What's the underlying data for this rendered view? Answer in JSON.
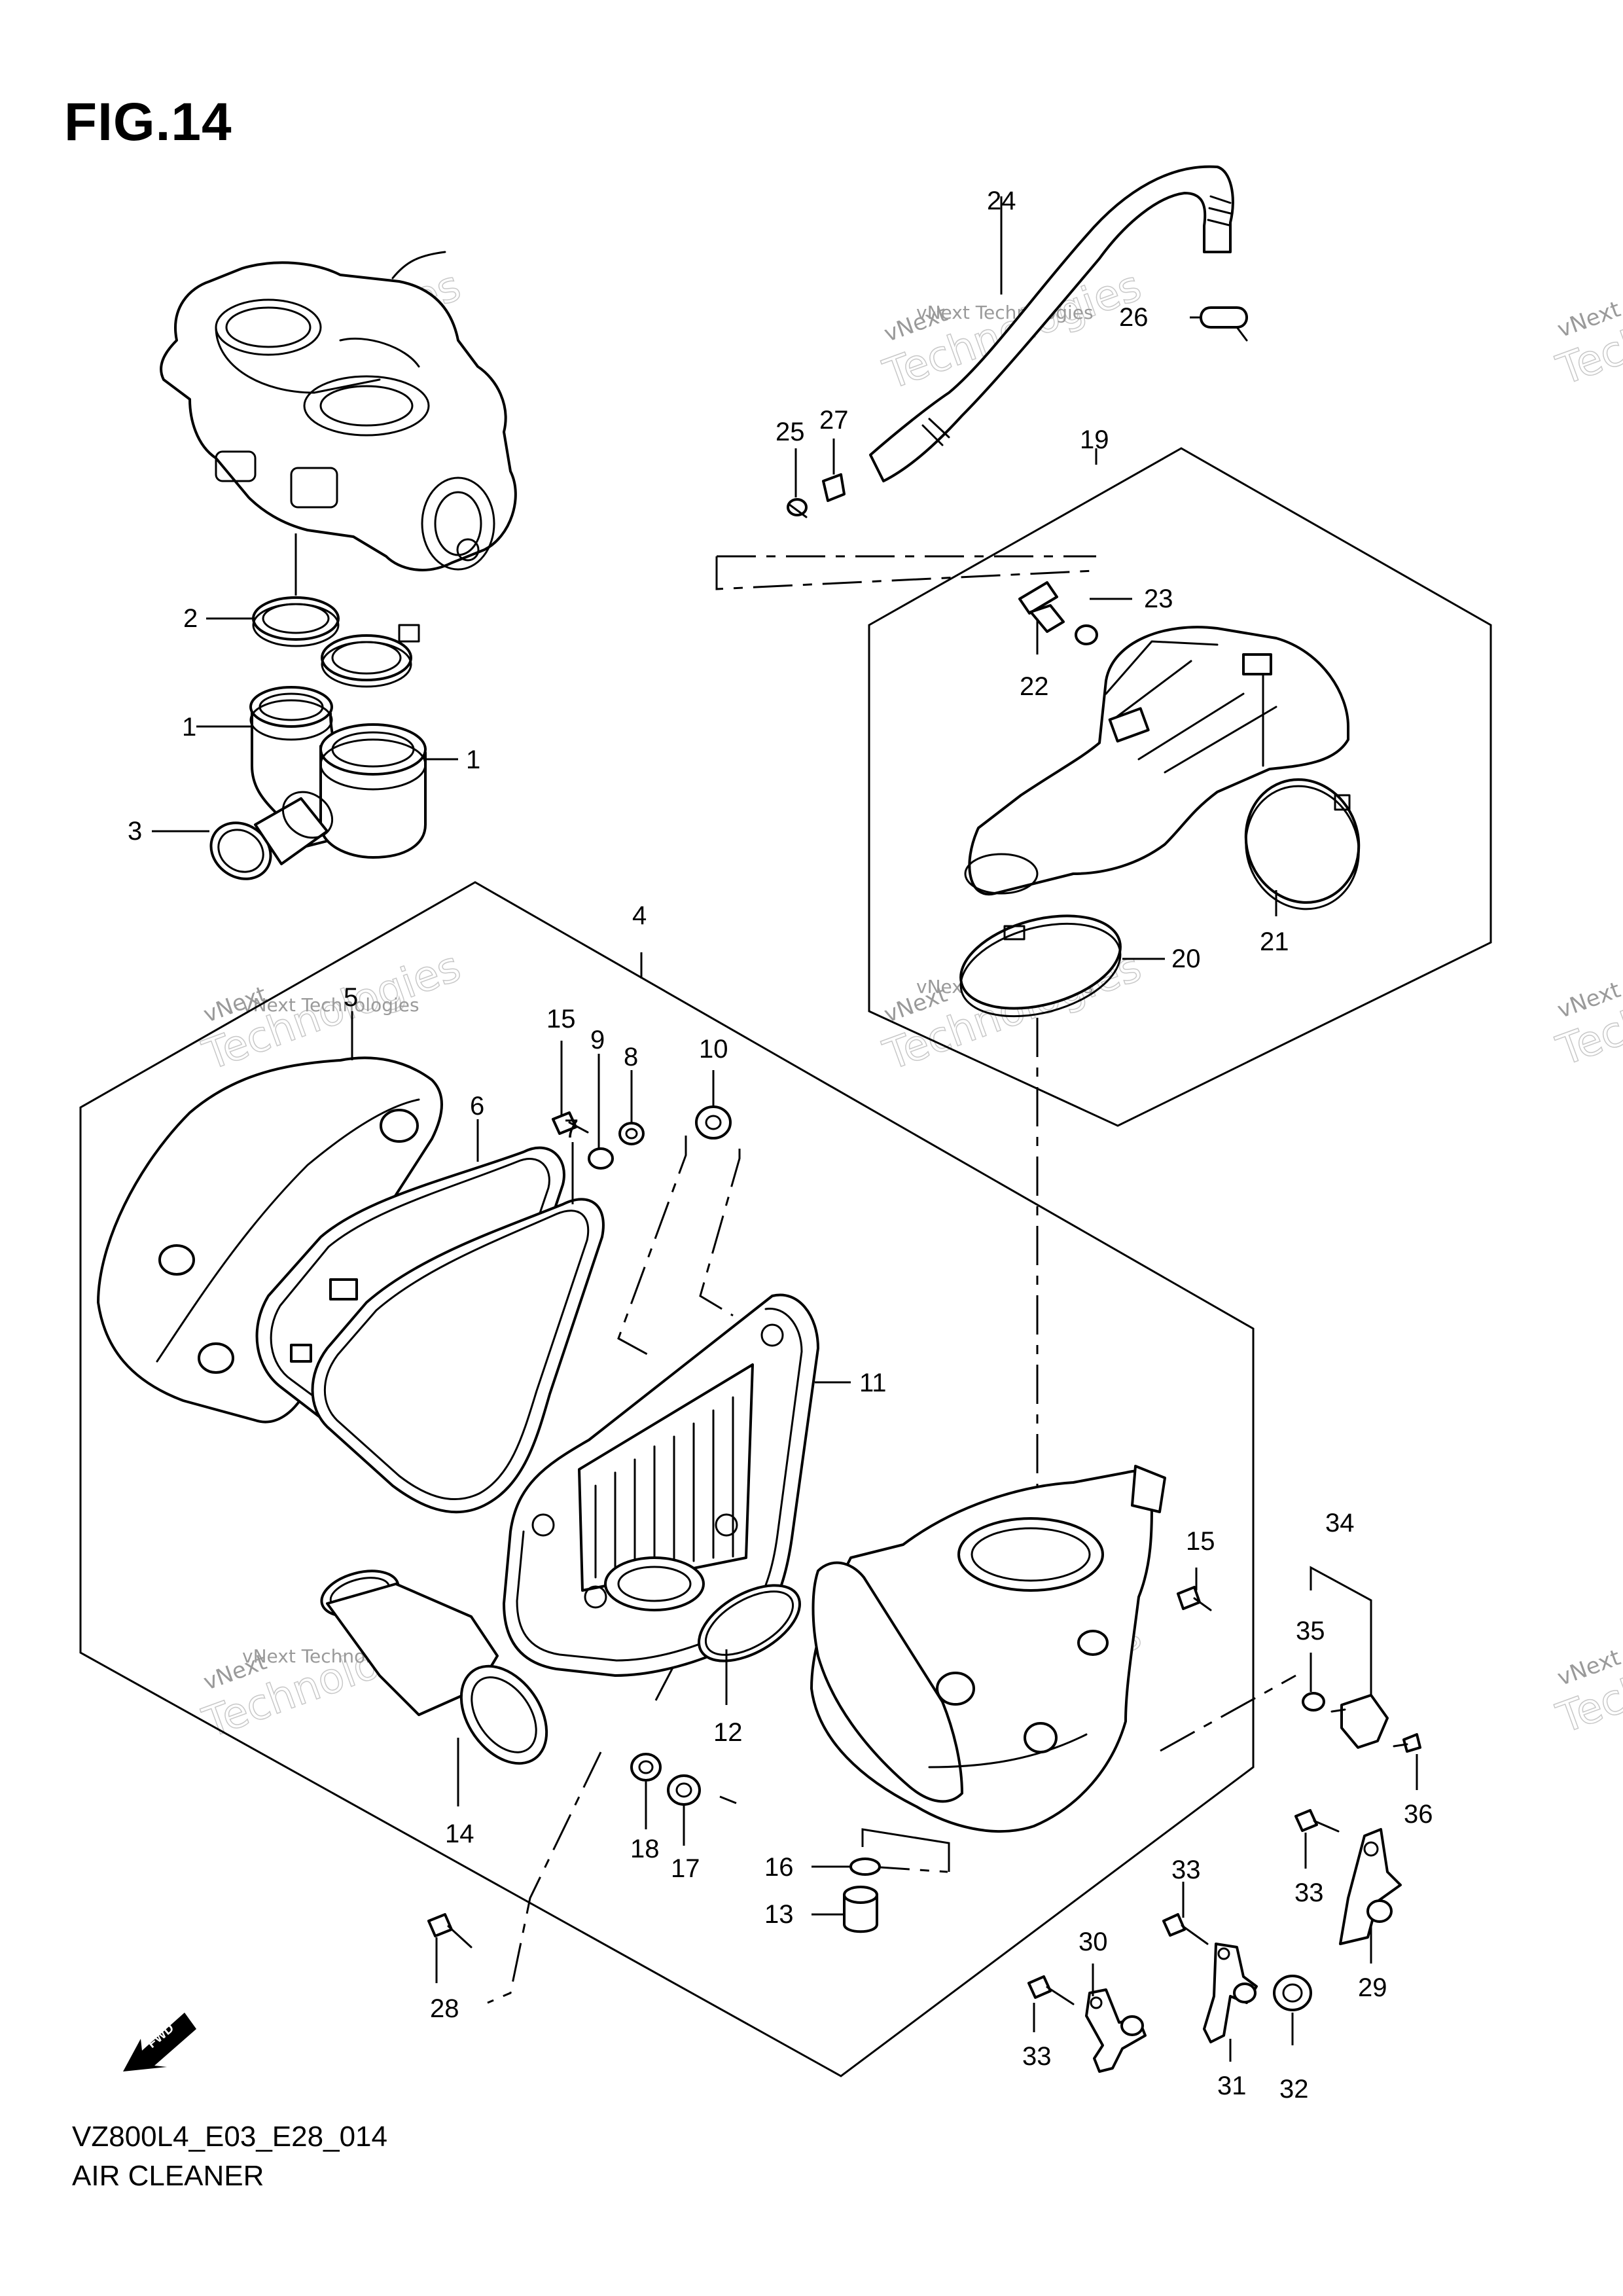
{
  "figure": {
    "title": "FIG.14",
    "model_code": "VZ800L4_E03_E28_014",
    "section_title": "AIR CLEANER"
  },
  "fwd_label": "FWD",
  "watermark": {
    "line1": "vNext",
    "line2": "Technologies",
    "line_small": "vNext Technologies"
  },
  "callouts": {
    "c1a": "1",
    "c1b": "1",
    "c2": "2",
    "c3": "3",
    "c4": "4",
    "c5": "5",
    "c6": "6",
    "c7": "7",
    "c8": "8",
    "c9": "9",
    "c10": "10",
    "c11": "11",
    "c12": "12",
    "c13": "13",
    "c14": "14",
    "c15a": "15",
    "c15b": "15",
    "c16": "16",
    "c17": "17",
    "c18": "18",
    "c19": "19",
    "c20": "20",
    "c21": "21",
    "c22": "22",
    "c23": "23",
    "c24": "24",
    "c25": "25",
    "c26": "26",
    "c27": "27",
    "c28": "28",
    "c29": "29",
    "c30": "30",
    "c31": "31",
    "c32": "32",
    "c33a": "33",
    "c33b": "33",
    "c33c": "33",
    "c34": "34",
    "c35": "35",
    "c36": "36"
  }
}
